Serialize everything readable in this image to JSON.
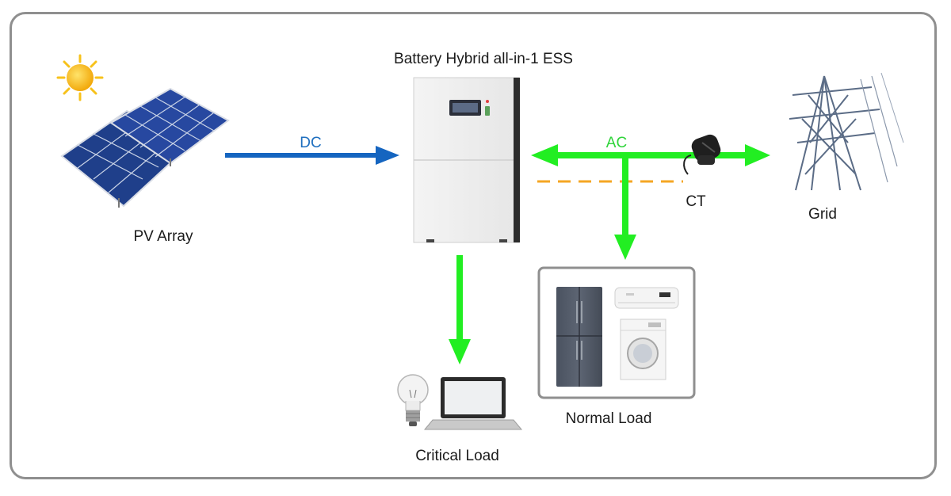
{
  "title": "Battery Hybrid all-in-1 ESS",
  "labels": {
    "pv_array": "PV Array",
    "dc": "DC",
    "ac": "AC",
    "ct": "CT",
    "grid": "Grid",
    "normal_load": "Normal Load",
    "critical_load": "Critical Load"
  },
  "colors": {
    "dc_arrow": "#1565c0",
    "ac_arrow": "#22ee22",
    "dashed_line": "#f5a623",
    "frame": "#8f8f8f",
    "sun": "#f7c21b",
    "panel": "#1c3f8f"
  },
  "icons": [
    "sun-icon",
    "solar-panel-icon",
    "ess-cabinet-icon",
    "ct-clamp-icon",
    "transmission-tower-icon",
    "refrigerator-icon",
    "air-conditioner-icon",
    "washing-machine-icon",
    "light-bulb-icon",
    "laptop-icon"
  ]
}
